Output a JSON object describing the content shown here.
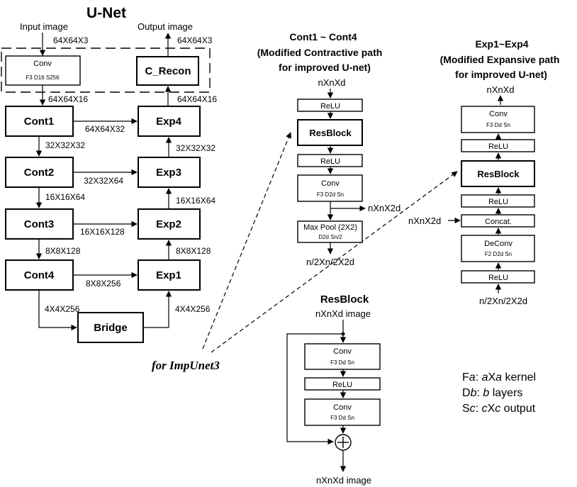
{
  "unet": {
    "title": "U-Net",
    "input_label": "Input image",
    "output_label": "Output image",
    "input_size": "64X64X3",
    "output_size": "64X64X3",
    "conv_label": "Conv",
    "conv_params": "F3 D16 S256",
    "c_recon": "C_Recon",
    "conv_out": "64X64X16",
    "recon_in": "64X64X16",
    "cont1": "Cont1",
    "cont2": "Cont2",
    "cont3": "Cont3",
    "cont4": "Cont4",
    "exp1": "Exp1",
    "exp2": "Exp2",
    "exp3": "Exp3",
    "exp4": "Exp4",
    "bridge": "Bridge",
    "skip1": "64X64X32",
    "skip2": "32X32X64",
    "skip3": "16X16X128",
    "skip4": "8X8X256",
    "down1": "32X32X32",
    "down2": "16X16X64",
    "down3": "8X8X128",
    "down4": "4X4X256",
    "up_bridge": "4X4X256",
    "up1": "8X8X128",
    "up2": "16X16X64",
    "up3": "32X32X32",
    "for_label": "for ImpUnet3"
  },
  "contract": {
    "title_line1": "Cont1 ~ Cont4",
    "title_line2": "(Modified Contractive path",
    "title_line3": "for improved U-net)",
    "input": "nXnXd",
    "relu1": "ReLU",
    "resblock": "ResBlock",
    "relu2": "ReLU",
    "conv": "Conv",
    "conv_params": "F3 D2d Sn",
    "side_out": "nXnX2d",
    "maxpool": "Max Pool (2X2)",
    "maxpool_params": "D2d Sn/2",
    "output": "n/2Xn/2X2d"
  },
  "expand": {
    "title_line1": "Exp1~Exp4",
    "title_line2": "(Modified Expansive path",
    "title_line3": "for improved U-net)",
    "output": "nXnXd",
    "conv": "Conv",
    "conv_params": "F3 Dd Sn",
    "relu_top": "ReLU",
    "resblock": "ResBlock",
    "relu_mid": "ReLU",
    "concat": "Concat.",
    "side_in": "nXnX2d",
    "deconv": "DeConv",
    "deconv_params": "F2 D2d Sn",
    "relu_bottom": "ReLU",
    "input": "n/2Xn/2X2d"
  },
  "resblock": {
    "title": "ResBlock",
    "input": "nXnXd image",
    "conv1": "Conv",
    "conv1_params": "F3 Dd Sn",
    "relu": "ReLU",
    "conv2": "Conv",
    "conv2_params": "F3 Dd Sn",
    "output": "nXnXd image"
  },
  "legend": {
    "fa_prefix": "F",
    "fa_var": "a",
    "fa_mid": ": ",
    "fa_a1": "a",
    "fa_x": "X",
    "fa_a2": "a",
    "fa_suffix": " kernel",
    "db_prefix": "D",
    "db_var": "b",
    "db_mid": ": ",
    "db_b": "b",
    "db_suffix": " layers",
    "sc_prefix": "S",
    "sc_var": "c",
    "sc_mid": ": ",
    "sc_c1": "c",
    "sc_x": "X",
    "sc_c2": "c",
    "sc_suffix": " output"
  }
}
